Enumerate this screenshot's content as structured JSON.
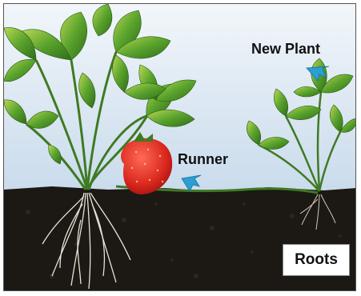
{
  "labels": {
    "new_plant": "New Plant",
    "runner": "Runner",
    "roots": "Roots"
  },
  "colors": {
    "sky": "#d8e6f2",
    "soil": "#1c1814",
    "leaf": "#4f9a2a",
    "leaf_light": "#9cc84a",
    "stem": "#3f7a22",
    "strawberry": "#e0302a",
    "arrow": "#2b9fd4",
    "roots": "#e8e2d4"
  },
  "icons": {
    "new_plant_arrow": "pointer-arrow-icon",
    "runner_arrow": "pointer-arrow-icon"
  }
}
